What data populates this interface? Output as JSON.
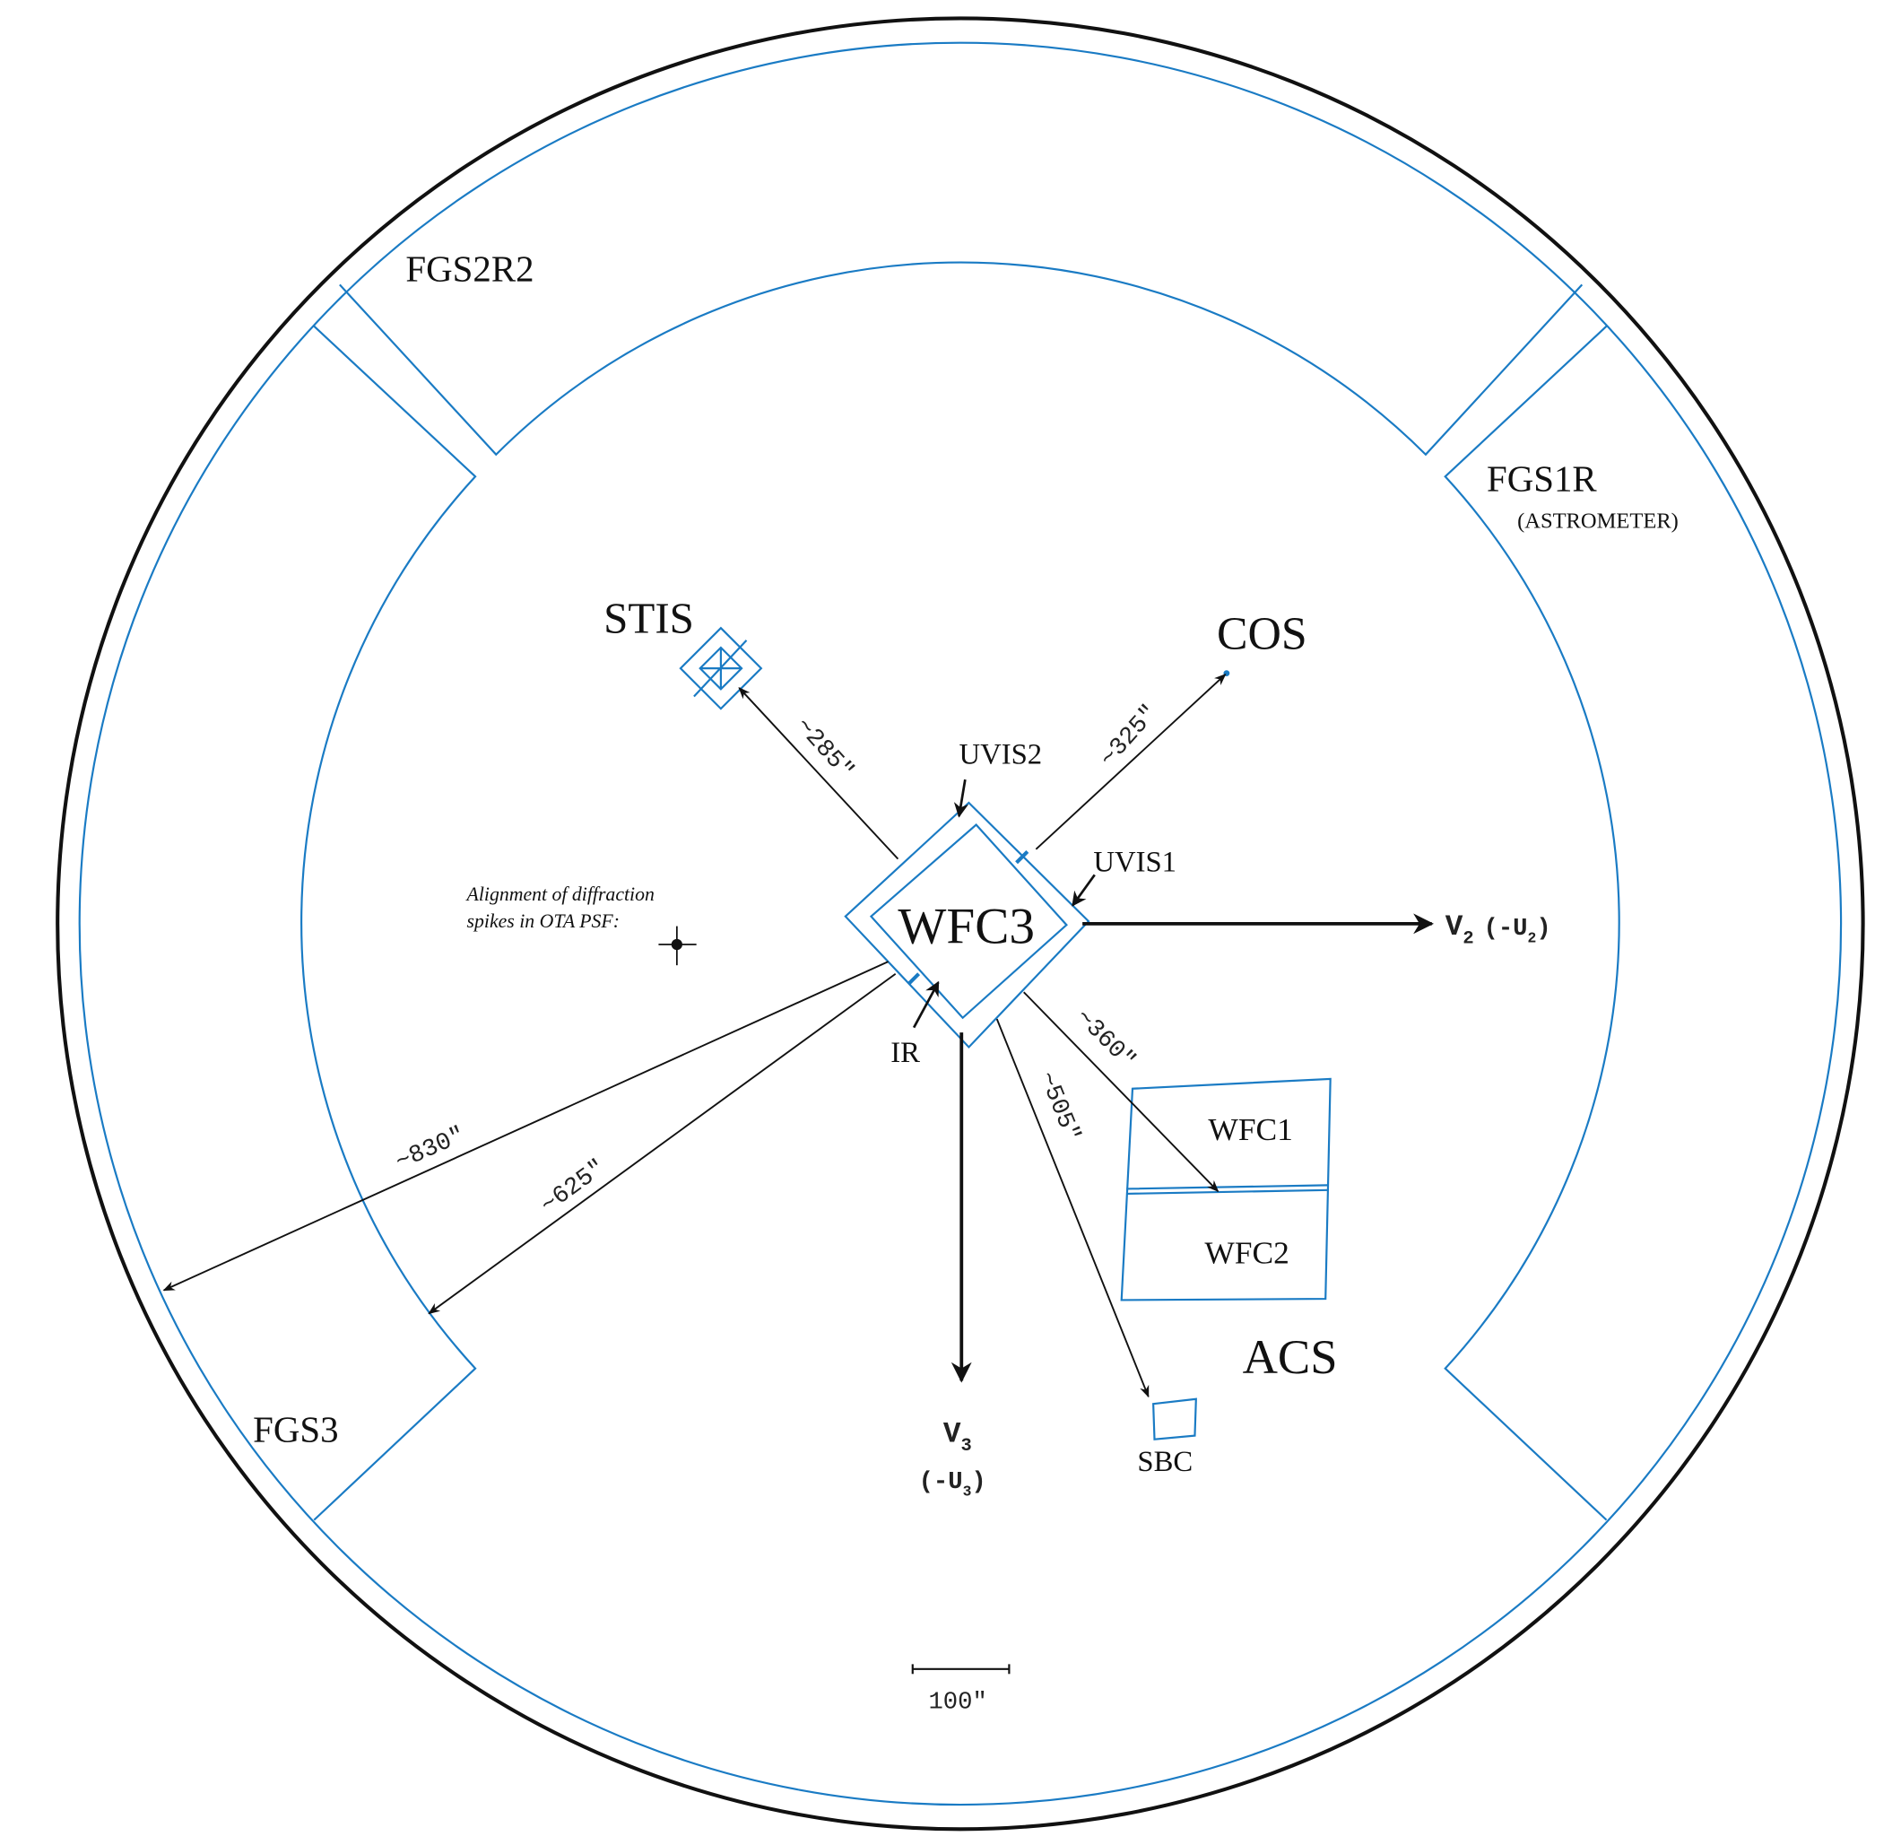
{
  "colors": {
    "aperture": "#1a7bc4",
    "outline": "#111111"
  },
  "guiders": {
    "fgs2": "FGS2R2",
    "fgs1": "FGS1R",
    "fgs1_note": "(ASTROMETER)",
    "fgs3": "FGS3"
  },
  "instruments": {
    "stis": "STIS",
    "cos": "COS",
    "wfc3": "WFC3",
    "uvis1": "UVIS1",
    "uvis2": "UVIS2",
    "ir": "IR",
    "acs": "ACS",
    "wfc1": "WFC1",
    "wfc2": "WFC2",
    "sbc": "SBC"
  },
  "distances": {
    "stis": "~285″",
    "cos": "~325″",
    "acs_wfc": "~360″",
    "sbc": "~505″",
    "fgs_outer": "~830″",
    "fgs_inner": "~625″"
  },
  "axes": {
    "v2": "V",
    "v2_sub": "2",
    "v2_alt": "(-U",
    "v2_alt_sub": "2",
    "v2_close": ")",
    "v3": "V",
    "v3_sub": "3",
    "v3_alt": "(-U",
    "v3_alt_sub": "3",
    "v3_close": ")"
  },
  "psf_note": {
    "line1": "Alignment of diffraction",
    "line2": "spikes in OTA PSF:"
  },
  "scale_bar": "100″"
}
